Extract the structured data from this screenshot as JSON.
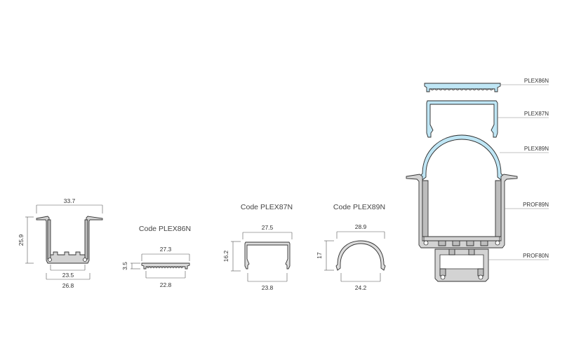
{
  "colors": {
    "profile_fill": "#d3d3d3",
    "cover_fill": "#dcdcdc",
    "highlight_cover": "#bfe6f5",
    "line": "#333333",
    "background": "#ffffff"
  },
  "profile_prof80n": {
    "dimensions": {
      "top_width": "33.7",
      "height": "25.9",
      "inner_width": "23.5",
      "bottom_width": "26.8"
    }
  },
  "plex86n": {
    "code_label": "Code PLEX86N",
    "dimensions": {
      "top_width": "27.3",
      "height": "3.5",
      "bottom_width": "22.8"
    }
  },
  "plex87n": {
    "code_label": "Code PLEX87N",
    "dimensions": {
      "top_width": "27.5",
      "height": "16.2",
      "bottom_width": "23.8"
    }
  },
  "plex89n": {
    "code_label": "Code PLEX89N",
    "dimensions": {
      "top_width": "28.9",
      "height": "17",
      "bottom_width": "24.2"
    }
  },
  "exploded_assembly": {
    "callouts": [
      "PLEX86N",
      "PLEX87N",
      "PLEX89N",
      "PROF89N",
      "PROF80N"
    ]
  }
}
